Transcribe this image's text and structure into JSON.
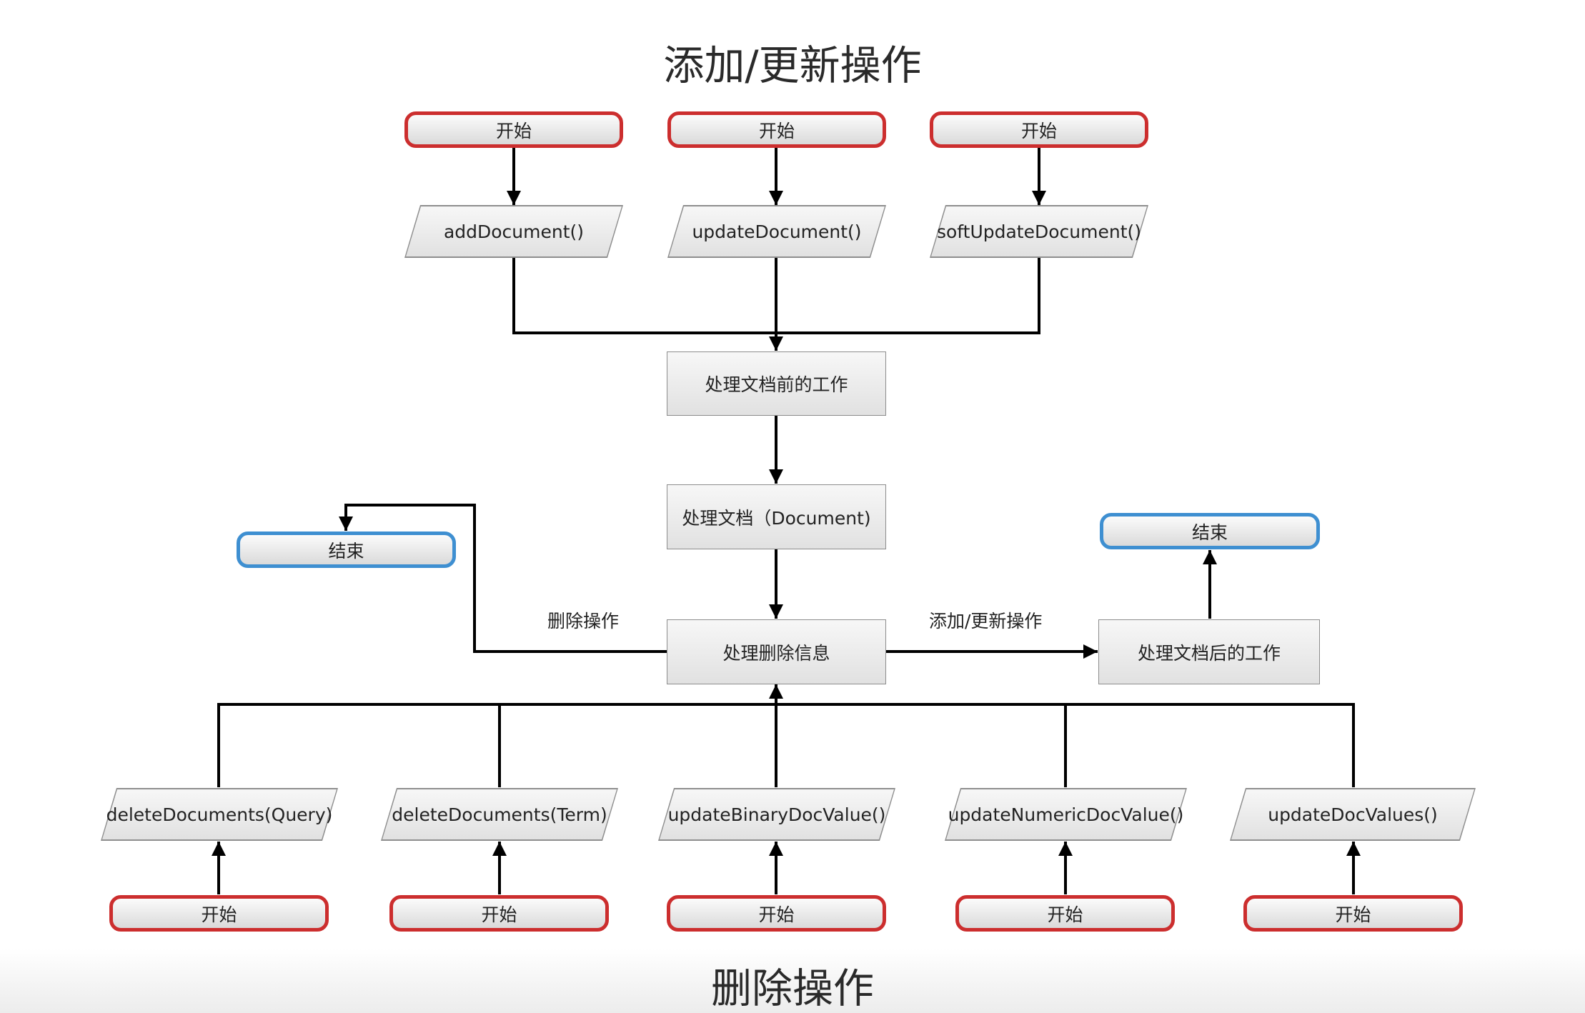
{
  "titles": {
    "top": "添加/更新操作",
    "bottom": "删除操作"
  },
  "top_starts": [
    "开始",
    "开始",
    "开始"
  ],
  "top_functions": [
    "addDocument()",
    "updateDocument()",
    "softUpdateDocument()"
  ],
  "process": {
    "pre": "处理文档前的工作",
    "doc": "处理文档（Document)",
    "delete_info": "处理删除信息",
    "post": "处理文档后的工作"
  },
  "ends": {
    "left": "结束",
    "right": "结束"
  },
  "edge_labels": {
    "delete": "删除操作",
    "add_update": "添加/更新操作"
  },
  "bottom_functions": [
    "deleteDocuments(Query)",
    "deleteDocuments(Term)",
    "updateBinaryDocValue()",
    "updateNumericDocValue()",
    "updateDocValues()"
  ],
  "bottom_starts": [
    "开始",
    "开始",
    "开始",
    "开始",
    "开始"
  ],
  "colors": {
    "start_border": "#cc2e2e",
    "end_border": "#3e8fd1",
    "connector": "#000000"
  }
}
